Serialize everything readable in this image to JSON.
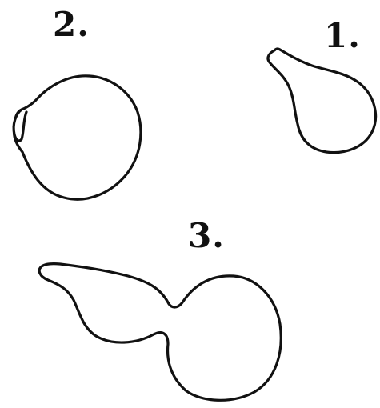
{
  "figure": {
    "labels": {
      "shape_1": "1.",
      "shape_2": "2.",
      "shape_3": "3."
    },
    "ink_color": "#111111",
    "background_color": "#ffffff"
  }
}
